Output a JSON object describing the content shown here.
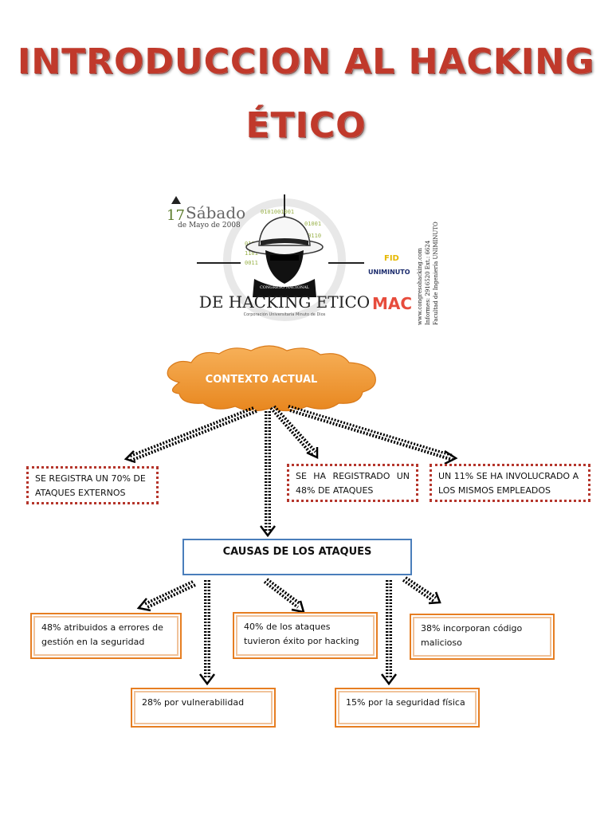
{
  "title": {
    "line1": "INTRODUCCION AL HACKING",
    "line2": "ÉTICO"
  },
  "banner": {
    "day": "17",
    "weekday": "Sábado",
    "month_line": "de Mayo de 2008",
    "congress": "CONGRESO NACIONAL",
    "event_name": "DE HACKING ETICO",
    "org": "Corporación Universitaria Minuto de Dios",
    "fid": "FID",
    "uniminuto": "UNIMINUTO",
    "mac": "MAC",
    "side_text_1": "www.congresohacking.com",
    "side_text_2": "Informes: 2916520 Ext.: 6624",
    "side_text_3": "Facultad de Ingeniería UNIMINUTO"
  },
  "cloud": {
    "label": "CONTEXTO ACTUAL"
  },
  "context_boxes": [
    {
      "text": "SE REGISTRA UN 70% DE ATAQUES EXTERNOS"
    },
    {
      "text": "SE HA REGISTRADO UN 48% DE ATAQUES"
    },
    {
      "text": "UN 11% SE HA INVOLUCRADO A LOS MISMOS EMPLEADOS"
    }
  ],
  "causes": {
    "label": "CAUSAS DE LOS ATAQUES"
  },
  "cause_boxes": [
    {
      "text": "48% atribuidos a errores de gestión en la seguridad"
    },
    {
      "text": "40% de los ataques tuvieron éxito por hacking"
    },
    {
      "text": "38% incorporan código malicioso"
    },
    {
      "text": "28% por vulnerabilidad"
    },
    {
      "text": "15% por la seguridad física"
    }
  ],
  "colors": {
    "title_red": "#c0392b",
    "cloud_orange": "#f39c37",
    "dotted_border": "#b5352b",
    "orange_border": "#e67e22",
    "blue_border": "#4a7ebb"
  }
}
